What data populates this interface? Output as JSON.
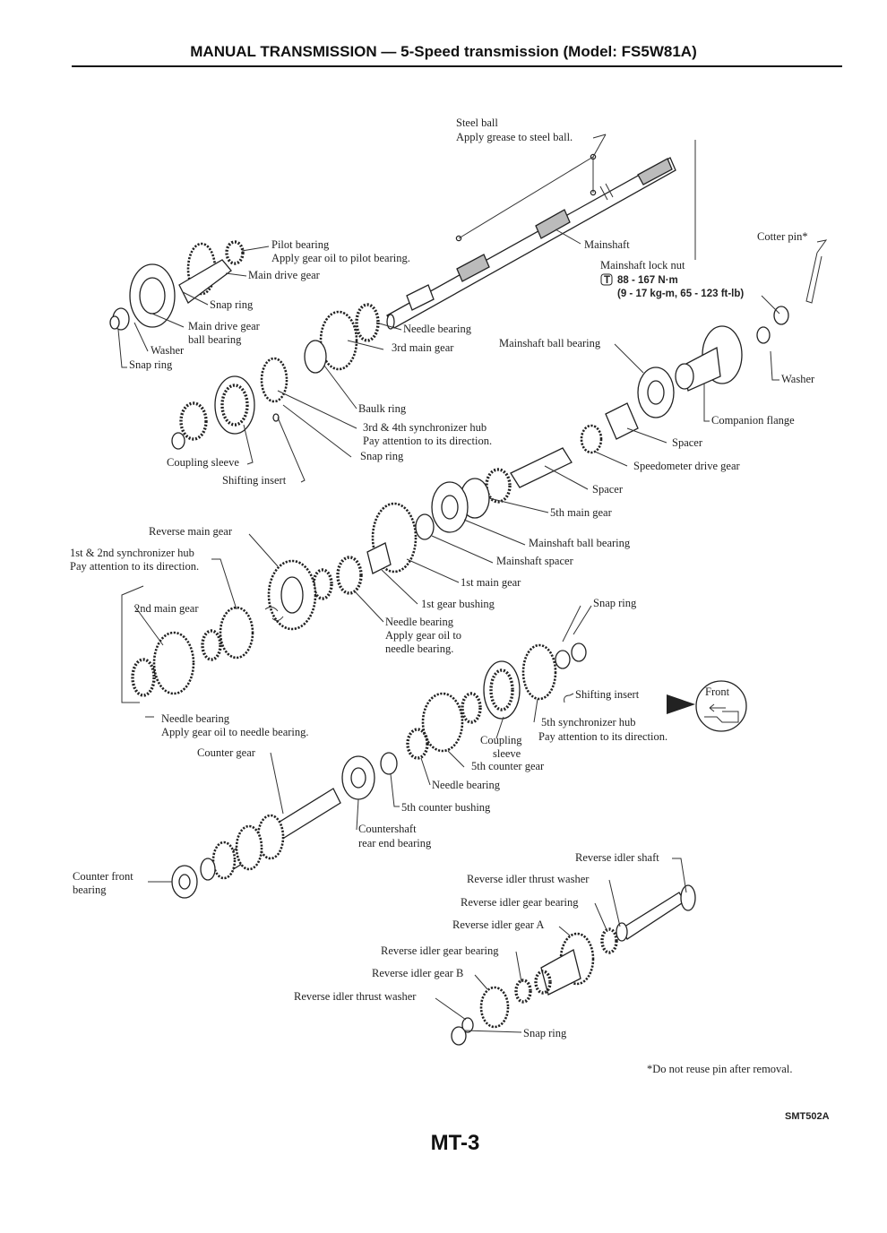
{
  "header": {
    "title": "MANUAL TRANSMISSION — 5-Speed transmission (Model: FS5W81A)"
  },
  "labels": {
    "steel_ball": "Steel ball",
    "steel_ball_note": "Apply grease to steel ball.",
    "mainshaft": "Mainshaft",
    "mainshaft_lock_nut": "Mainshaft lock nut",
    "lock_nut_torque": "88 - 167 N·m",
    "lock_nut_torque_alt": "(9 - 17 kg-m, 65 - 123 ft-lb)",
    "torque_symbol": "T",
    "cotter_pin": "Cotter pin*",
    "pilot_bearing": "Pilot bearing",
    "pilot_bearing_note": "Apply gear oil to pilot bearing.",
    "main_drive_gear": "Main drive gear",
    "snap_ring_1": "Snap ring",
    "main_drive_gear_ball_bearing_1": "Main drive gear",
    "main_drive_gear_ball_bearing_2": "ball bearing",
    "washer_1": "Washer",
    "snap_ring_2": "Snap ring",
    "needle_bearing_1": "Needle bearing",
    "third_main_gear": "3rd main gear",
    "mainshaft_ball_bearing_1": "Mainshaft ball bearing",
    "washer_2": "Washer",
    "companion_flange": "Companion flange",
    "baulk_ring": "Baulk ring",
    "sync_hub_34": "3rd & 4th synchronizer hub",
    "sync_hub_34_note": "Pay attention to its direction.",
    "snap_ring_3": "Snap ring",
    "spacer_1": "Spacer",
    "speedometer_drive_gear": "Speedometer drive gear",
    "coupling_sleeve_1": "Coupling sleeve",
    "shifting_insert_1": "Shifting insert",
    "spacer_2": "Spacer",
    "fifth_main_gear": "5th main gear",
    "reverse_main_gear": "Reverse main gear",
    "mainshaft_ball_bearing_2": "Mainshaft ball bearing",
    "mainshaft_spacer": "Mainshaft spacer",
    "sync_hub_12": "1st & 2nd synchronizer hub",
    "sync_hub_12_note": "Pay attention to its direction.",
    "first_main_gear": "1st main gear",
    "first_gear_bushing": "1st gear bushing",
    "second_main_gear": "2nd main gear",
    "needle_bearing_2": "Needle bearing",
    "needle_bearing_2_note_1": "Apply gear oil to",
    "needle_bearing_2_note_2": "needle bearing.",
    "snap_ring_4": "Snap ring",
    "shifting_insert_2": "Shifting insert",
    "front": "Front",
    "sync_hub_5": "5th synchronizer hub",
    "sync_hub_5_note": "Pay attention to its direction.",
    "needle_bearing_3": "Needle bearing",
    "needle_bearing_3_note": "Apply gear oil to needle bearing.",
    "coupling_sleeve_2_a": "Coupling",
    "coupling_sleeve_2_b": "sleeve",
    "fifth_counter_gear": "5th counter gear",
    "counter_gear": "Counter gear",
    "needle_bearing_4": "Needle bearing",
    "fifth_counter_bushing": "5th counter bushing",
    "countershaft_rear_end_bearing_1": "Countershaft",
    "countershaft_rear_end_bearing_2": "rear end bearing",
    "counter_front_bearing_1": "Counter front",
    "counter_front_bearing_2": "bearing",
    "reverse_idler_shaft": "Reverse idler shaft",
    "reverse_idler_thrust_washer_1": "Reverse idler thrust washer",
    "reverse_idler_gear_bearing_1": "Reverse idler gear bearing",
    "reverse_idler_gear_a": "Reverse idler gear A",
    "reverse_idler_gear_bearing_2": "Reverse idler gear bearing",
    "reverse_idler_gear_b": "Reverse idler gear B",
    "reverse_idler_thrust_washer_2": "Reverse idler thrust washer",
    "snap_ring_5": "Snap ring"
  },
  "footnote": "*Do not reuse pin after removal.",
  "figure_code": "SMT502A",
  "page_number": "MT-3"
}
